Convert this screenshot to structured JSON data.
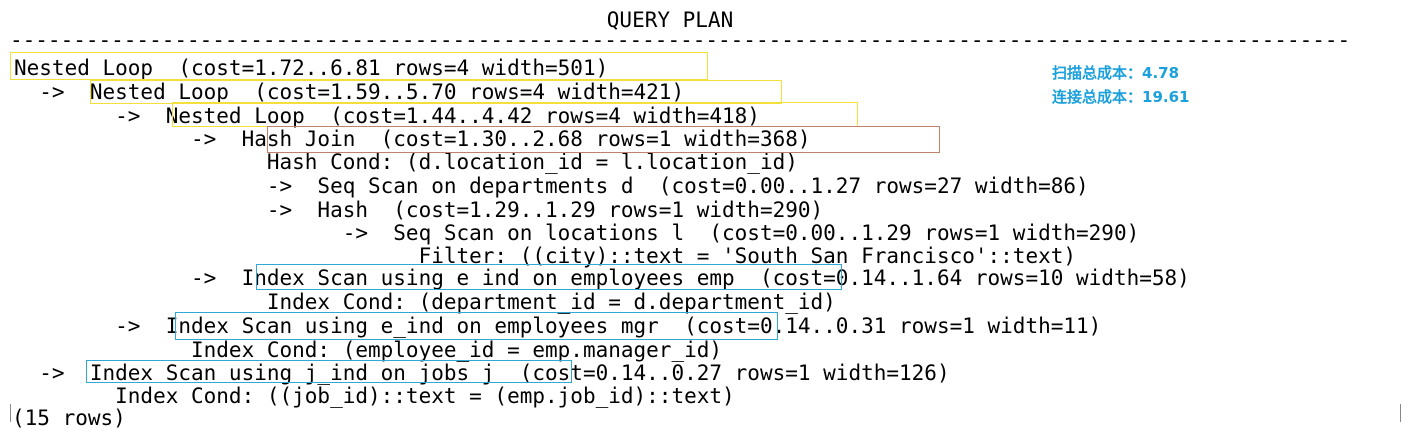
{
  "header": "QUERY PLAN",
  "rule": "--------------------------------------------------------------------------------------------------------------------------------------",
  "plan_lines": [
    "Nested Loop  (cost=1.72..6.81 rows=4 width=501)",
    "  ->  Nested Loop  (cost=1.59..5.70 rows=4 width=421)",
    "        ->  Nested Loop  (cost=1.44..4.42 rows=4 width=418)",
    "              ->  Hash Join  (cost=1.30..2.68 rows=1 width=368)",
    "                    Hash Cond: (d.location_id = l.location_id)",
    "                    ->  Seq Scan on departments d  (cost=0.00..1.27 rows=27 width=86)",
    "                    ->  Hash  (cost=1.29..1.29 rows=1 width=290)",
    "                          ->  Seq Scan on locations l  (cost=0.00..1.29 rows=1 width=290)",
    "                                Filter: ((city)::text = 'South San Francisco'::text)",
    "              ->  Index Scan using e_ind on employees emp  (cost=0.14..1.64 rows=10 width=58)",
    "                    Index Cond: (department_id = d.department_id)",
    "        ->  Index Scan using e_ind on employees mgr  (cost=0.14..0.31 rows=1 width=11)",
    "              Index Cond: (employee_id = emp.manager_id)",
    "  ->  Index Scan using j_ind on jobs j  (cost=0.14..0.27 rows=1 width=126)",
    "        Index Cond: ((job_id)::text = (emp.job_id)::text)"
  ],
  "footer": "(15 rows)",
  "annotations": {
    "scan_total_cost": "扫描总成本：4.78",
    "join_total_cost": "连接总成本：19.61"
  },
  "highlight_colors": {
    "nested_loop": "#f4e03a",
    "hash_join": "#c0826a",
    "index_scan": "#2ea8d6"
  }
}
